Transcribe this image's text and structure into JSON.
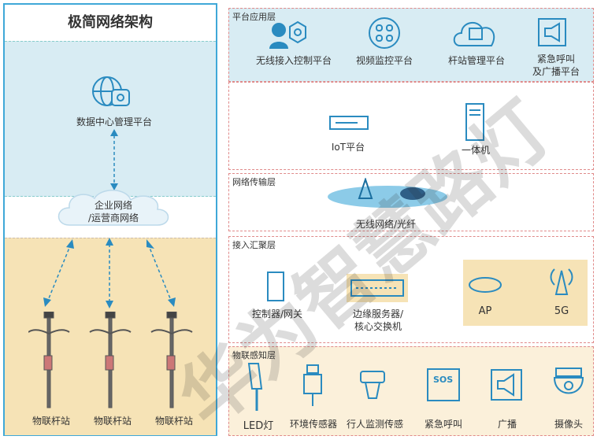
{
  "left": {
    "title": "极简网络架构",
    "dc_platform": "数据中心管理平台",
    "network_line1": "企业网络",
    "network_line2": "/运营商网络",
    "poles": [
      "物联杆站",
      "物联杆站",
      "物联杆站"
    ]
  },
  "layers": {
    "platform": {
      "title": "平台应用层",
      "items": [
        "无线接入控制平台",
        "视频监控平台",
        "杆站管理平台"
      ],
      "emergency_line1": "紧急呼叫",
      "emergency_line2": "及广播平台"
    },
    "iot": {
      "iot_platform": "IoT平台",
      "all_in_one": "一体机"
    },
    "transport": {
      "title": "网络传输层",
      "label": "无线网络/光纤"
    },
    "access": {
      "title": "接入汇聚层",
      "controller": "控制器/网关",
      "edge_line1": "边缘服务器/",
      "edge_line2": "核心交换机",
      "ap": "AP",
      "fiveg": "5G"
    },
    "sensing": {
      "title": "物联感知层",
      "items": [
        "LED灯",
        "环境传感器",
        "行人监测传感",
        "紧急呼叫",
        "广播",
        "摄像头"
      ],
      "sos": "SOS"
    }
  },
  "watermark": "华为智慧路灯",
  "colors": {
    "blue": "#2a8bc0",
    "dc_bg": "#d8ecf3",
    "field_bg": "#f6e3b6",
    "border": "#3fa8d8",
    "dash": "#e08a8a"
  }
}
